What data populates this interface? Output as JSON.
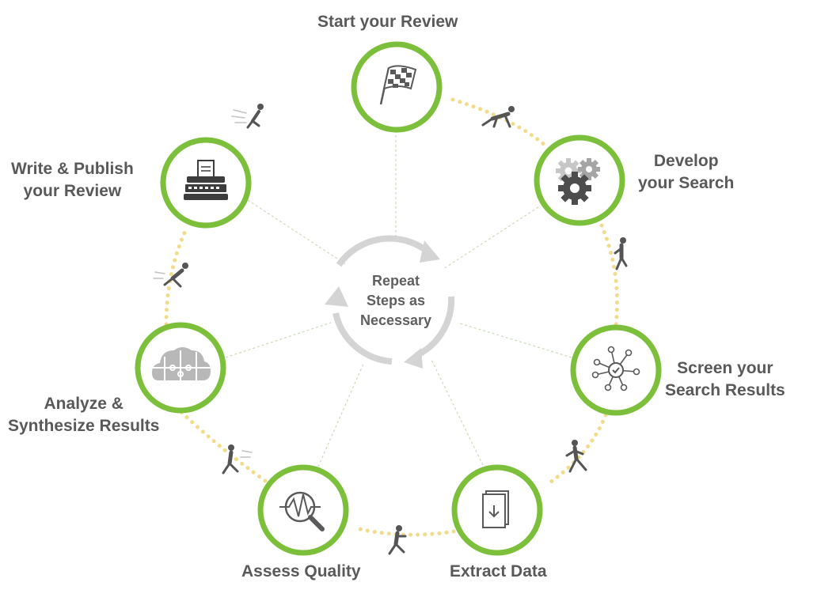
{
  "center": {
    "lines": [
      "Repeat",
      "Steps as",
      "Necessary"
    ]
  },
  "steps": [
    {
      "lines": [
        "Start your Review"
      ],
      "icon": "checkered-flag-icon"
    },
    {
      "lines": [
        "Develop",
        "your Search"
      ],
      "icon": "gears-icon"
    },
    {
      "lines": [
        "Screen your",
        "Search Results"
      ],
      "icon": "network-check-icon"
    },
    {
      "lines": [
        "Extract Data"
      ],
      "icon": "document-download-icon"
    },
    {
      "lines": [
        "Assess Quality"
      ],
      "icon": "magnifier-pulse-icon"
    },
    {
      "lines": [
        "Analyze &",
        "Synthesize Results"
      ],
      "icon": "cloud-puzzle-icon"
    },
    {
      "lines": [
        "Write & Publish",
        "your Review"
      ],
      "icon": "typewriter-icon"
    }
  ],
  "colors": {
    "ring": "#7cbf3a",
    "dots": "#f2dc8c",
    "text": "#595959",
    "spoke": "#c9dcb8",
    "cycle": "#d4d4d4",
    "icon": "#5a5a5a"
  }
}
